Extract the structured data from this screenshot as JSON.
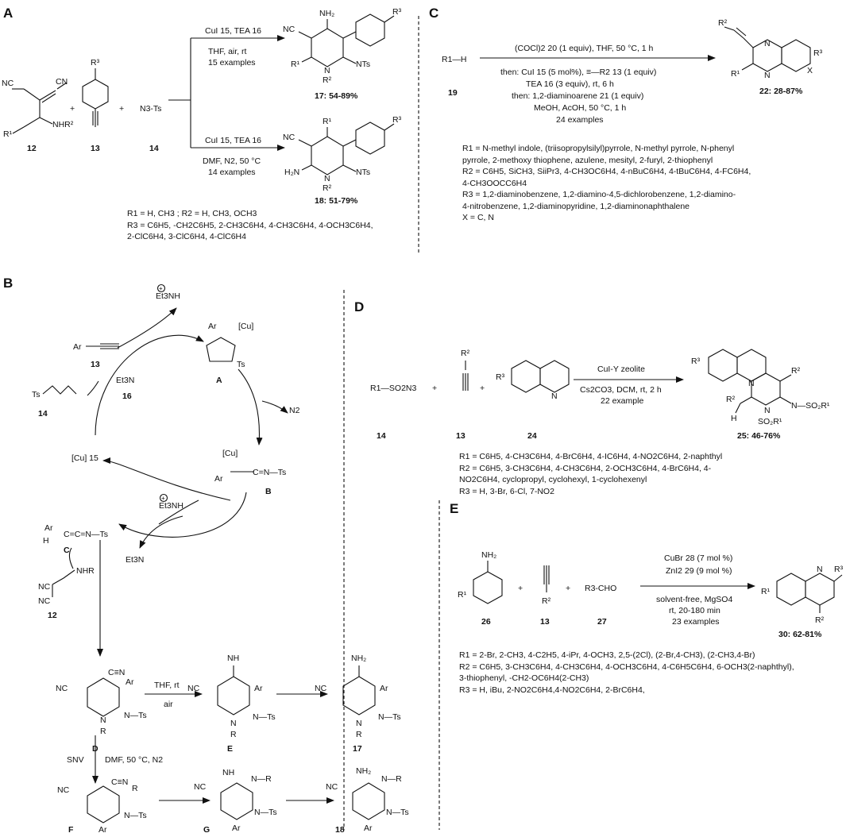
{
  "panels": {
    "A": "A",
    "B": "B",
    "C": "C",
    "D": "D",
    "E": "E"
  },
  "A": {
    "top": {
      "reagents": "CuI 15, TEA 16",
      "cond1": "THF, air, rt",
      "cond2": "15 examples",
      "yield": "17: 54-89%"
    },
    "bottom": {
      "reagents": "CuI 15, TEA 16",
      "cond1": "DMF, N2, 50 °C",
      "cond2": "14 examples",
      "yield": "18: 51-79%"
    },
    "compounds": {
      "c12": "12",
      "c13": "13",
      "c14": "14",
      "azide": "N3-Ts"
    },
    "notes": [
      "R1 = H, CH3 ; R2 = H, CH3, OCH3",
      "R3 = C6H5, -CH2C6H5, 2-CH3C6H4, 4-CH3C6H4, 4-OCH3C6H4,",
      "2-ClC6H4, 3-ClC6H4, 4-ClC6H4"
    ]
  },
  "B": {
    "labels": {
      "et3nh": "Et3NH",
      "c13": "13",
      "et3n_16": "Et3N",
      "c16": "16",
      "c14": "14",
      "cu15": "[Cu]  15",
      "A": "A",
      "n2": "N2",
      "B": "B",
      "et3nh2": "Et3NH",
      "C": "C",
      "et3n2": "Et3N",
      "c12": "12",
      "D": "D",
      "E": "E",
      "c17": "17",
      "F": "F",
      "G": "G",
      "c18": "18",
      "ar_alkyne": "Ar",
      "ts_azide": "Ts"
    },
    "conditions": {
      "thf": "THF, rt",
      "air": "air",
      "snv": "SNV",
      "dmf": "DMF, 50 °C, N2"
    }
  },
  "C": {
    "substrate": "R1—H",
    "c19": "19",
    "step1": "(COCl)2 20 (1 equiv), THF, 50 °C, 1 h",
    "step2": "then: CuI 15 (5 mol%),  ≡—R2 13 (1 equiv)",
    "step3": "TEA 16 (3 equiv), rt, 6 h",
    "step4": "then: 1,2-diaminoarene 21 (1 equiv)",
    "step5": "MeOH, AcOH, 50 °C, 1 h",
    "step6": "24 examples",
    "yield": "22: 28-87%",
    "notes": [
      "R1 = N-methyl indole, (triisopropylsilyl)pyrrole, N-methyl pyrrole, N-phenyl",
      "pyrrole, 2-methoxy thiophene, azulene, mesityl, 2-furyl, 2-thiophenyl",
      "R2 = C6H5, SiCH3, SiiPr3, 4-CH3OC6H4, 4-nBuC6H4, 4-tBuC6H4, 4-FC6H4,",
      "4-CH3OOCC6H4",
      "R3 = 1,2-diaminobenzene, 1,2-diamino-4,5-dichlorobenzene, 1,2-diamino-",
      "4-nitrobenzene, 1,2-diaminopyridine, 1,2-diaminonaphthalene",
      "X = C, N"
    ]
  },
  "D": {
    "sulfonyl": "R1—SO2N3",
    "c14": "14",
    "c13": "13",
    "c24": "24",
    "catalyst": "CuI-Y zeolite",
    "cond1": "Cs2CO3, DCM, rt, 2 h",
    "cond2": "22 example",
    "yield": "25: 46-76%",
    "notes": [
      "R1 = C6H5, 4-CH3C6H4, 4-BrC6H4, 4-IC6H4, 4-NO2C6H4, 2-naphthyl",
      "R2 = C6H5, 3-CH3C6H4, 4-CH3C6H4, 2-OCH3C6H4, 4-BrC6H4, 4-",
      "NO2C6H4, cyclopropyl, cyclohexyl, 1-cyclohexenyl",
      "R3 = H, 3-Br, 6-Cl, 7-NO2"
    ]
  },
  "E": {
    "aldehyde": "R3-CHO",
    "c26": "26",
    "c13": "13",
    "c27": "27",
    "cat1": "CuBr 28 (7 mol %)",
    "cat2": "ZnI2 29 (9 mol %)",
    "cond1": "solvent-free, MgSO4",
    "cond2": "rt, 20-180 min",
    "cond3": "23 examples",
    "yield": "30: 62-81%",
    "notes": [
      "R1 = 2-Br, 2-CH3, 4-C2H5, 4-iPr, 4-OCH3, 2,5-(2Cl), (2-Br,4-CH3), (2-CH3,4-Br)",
      "R2 = C6H5, 3-CH3C6H4, 4-CH3C6H4, 4-OCH3C6H4, 4-C6H5C6H4, 6-OCH3(2-naphthyl),",
      "3-thiophenyl, -CH2-OC6H4(2-CH3)",
      "R3 = H, iBu, 2-NO2C6H4,4-NO2C6H4, 2-BrC6H4,"
    ]
  }
}
